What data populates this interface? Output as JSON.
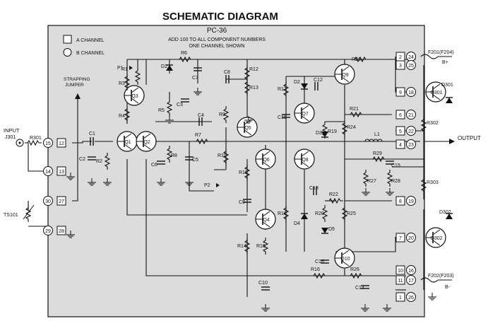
{
  "title": "SCHEMATIC DIAGRAM",
  "board": "PC-36",
  "notes": [
    "ADD 100 TO ALL COMPONENT NUMBERS",
    "ONE CHANNEL SHOWN"
  ],
  "legend": {
    "a_channel": "A CHANNEL",
    "b_channel": "B CHANNEL"
  },
  "labels": {
    "input": "INPUT",
    "input_jack": "J301",
    "output": "OUTPUT",
    "strapping": [
      "STRAPPING",
      "JUMPER"
    ],
    "fuse_top": "F201(F204)",
    "fuse_bottom": "F202(F203)",
    "bplus": "B+",
    "bminus": "B-"
  },
  "components": {
    "transistors": [
      "Q1",
      "Q2",
      "Q3",
      "Q4",
      "Q5",
      "Q6",
      "Q7",
      "Q8",
      "Q9",
      "Q10",
      "Q301",
      "Q302"
    ],
    "resistors": [
      "R1",
      "R2",
      "R3",
      "R4",
      "R5",
      "R6",
      "R7",
      "R8",
      "R9",
      "R10",
      "R11",
      "R12",
      "R13",
      "R14",
      "R15",
      "R16",
      "R17",
      "R18",
      "R19",
      "R20",
      "R21",
      "R22",
      "R23",
      "R24",
      "R25",
      "R26",
      "R27",
      "R28",
      "R29",
      "R301",
      "R302",
      "R303"
    ],
    "capacitors": [
      "C1",
      "C2",
      "C3",
      "C4",
      "C5",
      "C6",
      "C7",
      "C8",
      "C9",
      "C10",
      "C11",
      "C12",
      "C13",
      "C14",
      "C15",
      "C16"
    ],
    "diodes": [
      "D1",
      "D2",
      "D3",
      "D4",
      "D5",
      "D301",
      "D302"
    ],
    "pots": [
      "P1",
      "P2"
    ],
    "inductors": [
      "L1"
    ],
    "thermistors": [
      "TS101"
    ]
  },
  "terminals": {
    "left_a": [
      "12",
      "13",
      "27",
      "28"
    ],
    "left_b": [
      "15",
      "14",
      "30",
      "29"
    ],
    "right_a": [
      "2",
      "3",
      "9",
      "6",
      "5",
      "4",
      "8",
      "7",
      "10",
      "11",
      "1"
    ],
    "right_b": [
      "24",
      "25",
      "18",
      "21",
      "22",
      "23",
      "19",
      "20",
      "16",
      "17",
      "26"
    ]
  }
}
